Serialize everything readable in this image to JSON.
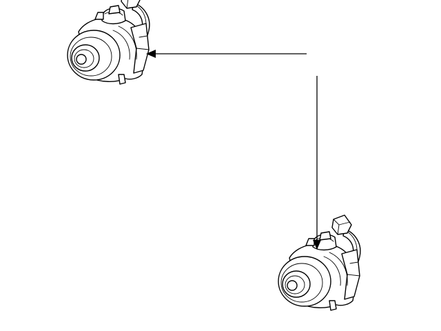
{
  "diagram": {
    "background": "#ffffff",
    "line_color": "#000000",
    "parts": [
      {
        "id": "component-a",
        "depicts": "motor-with-connector"
      },
      {
        "id": "component-b",
        "depicts": "motor-with-connector"
      }
    ],
    "callouts": [
      {
        "from": "leader-junction",
        "to": "component-a",
        "style": "arrow"
      },
      {
        "from": "leader-junction",
        "to": "component-b",
        "style": "arrow"
      }
    ]
  }
}
